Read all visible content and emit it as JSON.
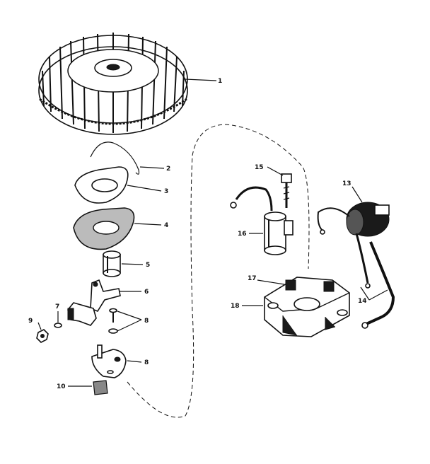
{
  "callouts": [
    {
      "id": "1",
      "text": "1"
    },
    {
      "id": "2",
      "text": "2"
    },
    {
      "id": "3",
      "text": "3"
    },
    {
      "id": "4",
      "text": "4"
    },
    {
      "id": "5",
      "text": "5"
    },
    {
      "id": "6",
      "text": "6"
    },
    {
      "id": "7",
      "text": "7"
    },
    {
      "id": "8a",
      "text": "8"
    },
    {
      "id": "8b",
      "text": "8"
    },
    {
      "id": "9",
      "text": "9"
    },
    {
      "id": "10",
      "text": "10"
    },
    {
      "id": "13",
      "text": "13"
    },
    {
      "id": "14",
      "text": "14"
    },
    {
      "id": "15",
      "text": "15"
    },
    {
      "id": "16",
      "text": "16"
    },
    {
      "id": "17",
      "text": "17"
    },
    {
      "id": "18",
      "text": "18"
    }
  ]
}
